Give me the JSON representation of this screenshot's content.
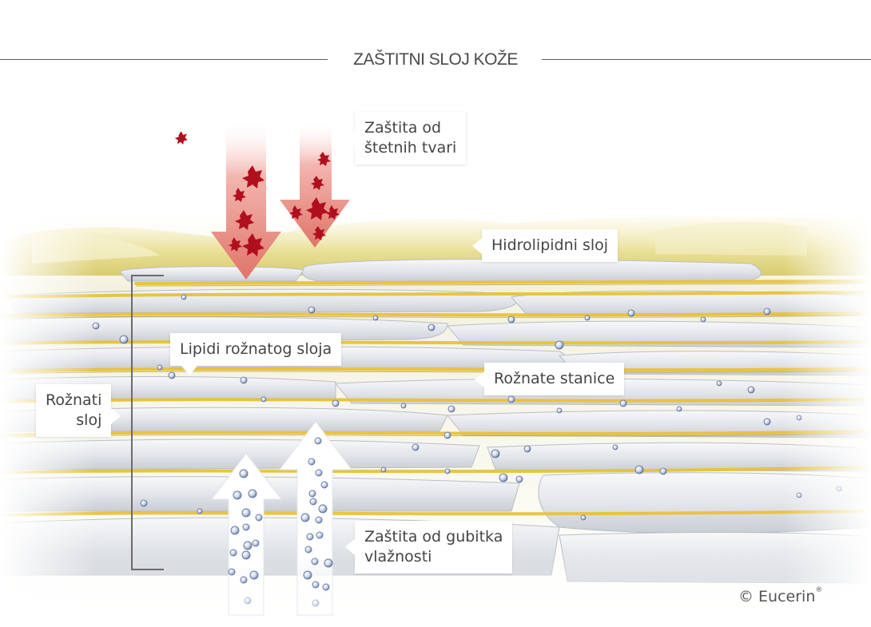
{
  "title": "ZAŠTITNI SLOJ KOŽE",
  "labels": {
    "harmful_substances": [
      "Zaštita od",
      "štetnih tvari"
    ],
    "hydrolipid_layer": "Hidrolipidni sloj",
    "stratum_lipids": "Lipidi rožnatog sloja",
    "horny_cells": "Rožnate stanice",
    "horny_layer": [
      "Rožnati",
      "sloj"
    ],
    "moisture_loss": [
      "Zaštita od gubitka",
      "vlažnosti"
    ]
  },
  "copyright": {
    "symbol": "©",
    "brand": "Eucerin",
    "registered": "®"
  },
  "colors": {
    "title_line": "#5a5a5a",
    "text": "#444444",
    "hydrolipid_yellow": "#e8df9a",
    "lipid_gold": "#e8c23a",
    "cell_gray": "#d9dde2",
    "arrow_red": "#e07a74",
    "particle_red": "#b0101e",
    "bubble_blue": "#8fa4c8",
    "bracket": "#6b6b6b"
  },
  "icons": {
    "down_arrows": "harmful-substance-arrow",
    "up_arrows": "moisture-arrow"
  }
}
